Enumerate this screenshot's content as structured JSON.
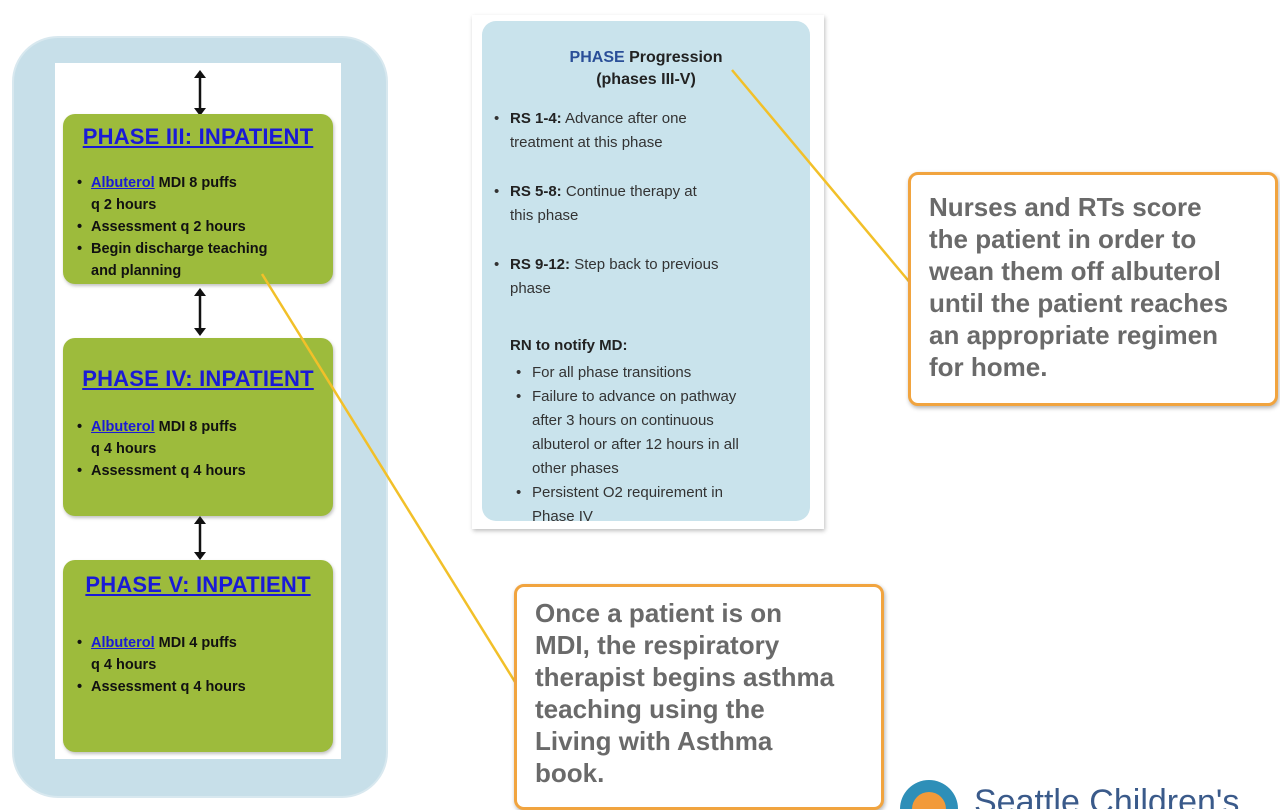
{
  "phases": [
    {
      "title": "PHASE III: INPATIENT",
      "items": [
        {
          "drug": "Albuterol",
          "text_a": " MDI 8 puffs",
          "text_b": "q 2 hours"
        },
        {
          "text_a": "Assessment q 2 hours"
        },
        {
          "text_a": "Begin discharge teaching",
          "text_b": "and planning"
        }
      ]
    },
    {
      "title": "PHASE IV: INPATIENT",
      "items": [
        {
          "drug": "Albuterol",
          "text_a": " MDI 8 puffs",
          "text_b": "q 4 hours"
        },
        {
          "text_a": "Assessment q 4 hours"
        }
      ]
    },
    {
      "title": "PHASE V: INPATIENT",
      "items": [
        {
          "drug": "Albuterol",
          "text_a": " MDI 4 puffs",
          "text_b": "q 4 hours"
        },
        {
          "text_a": "Assessment q 4 hours"
        }
      ]
    }
  ],
  "progression": {
    "title_word": "PHASE",
    "title_rest": " Progression",
    "subtitle": "(phases III-V)",
    "rules": [
      {
        "label": "RS 1-4:",
        "line1": " Advance after one",
        "line2": "treatment at this phase"
      },
      {
        "label": "RS 5-8:",
        "line1": " Continue therapy at",
        "line2": "this phase"
      },
      {
        "label": "RS 9-12:",
        "line1": " Step back to previous",
        "line2": "phase"
      }
    ],
    "notify_heading": "RN to notify MD:",
    "notify_items": [
      [
        "For all phase transitions"
      ],
      [
        "Failure to advance on pathway",
        "after 3 hours on continuous",
        "albuterol or after 12 hours in all",
        "other phases"
      ],
      [
        "Persistent O2 requirement in",
        "Phase IV"
      ]
    ]
  },
  "callouts": {
    "nurses": [
      "Nurses  and RTs score",
      "the patient in order to",
      "wean them off albuterol",
      "until the patient reaches",
      "an appropriate regimen",
      "for home."
    ],
    "mdi": [
      "Once a patient is on",
      "MDI, the respiratory",
      "therapist begins asthma",
      "teaching using the",
      "Living with Asthma",
      "book."
    ]
  },
  "logo": {
    "text": "Seattle Children's"
  },
  "colors": {
    "phase_green": "#9dbb3c",
    "link_blue": "#1a1ad6",
    "callout_orange": "#f1a43f",
    "panel_blue": "#c9e3ec",
    "leader_line": "#f2c029"
  }
}
